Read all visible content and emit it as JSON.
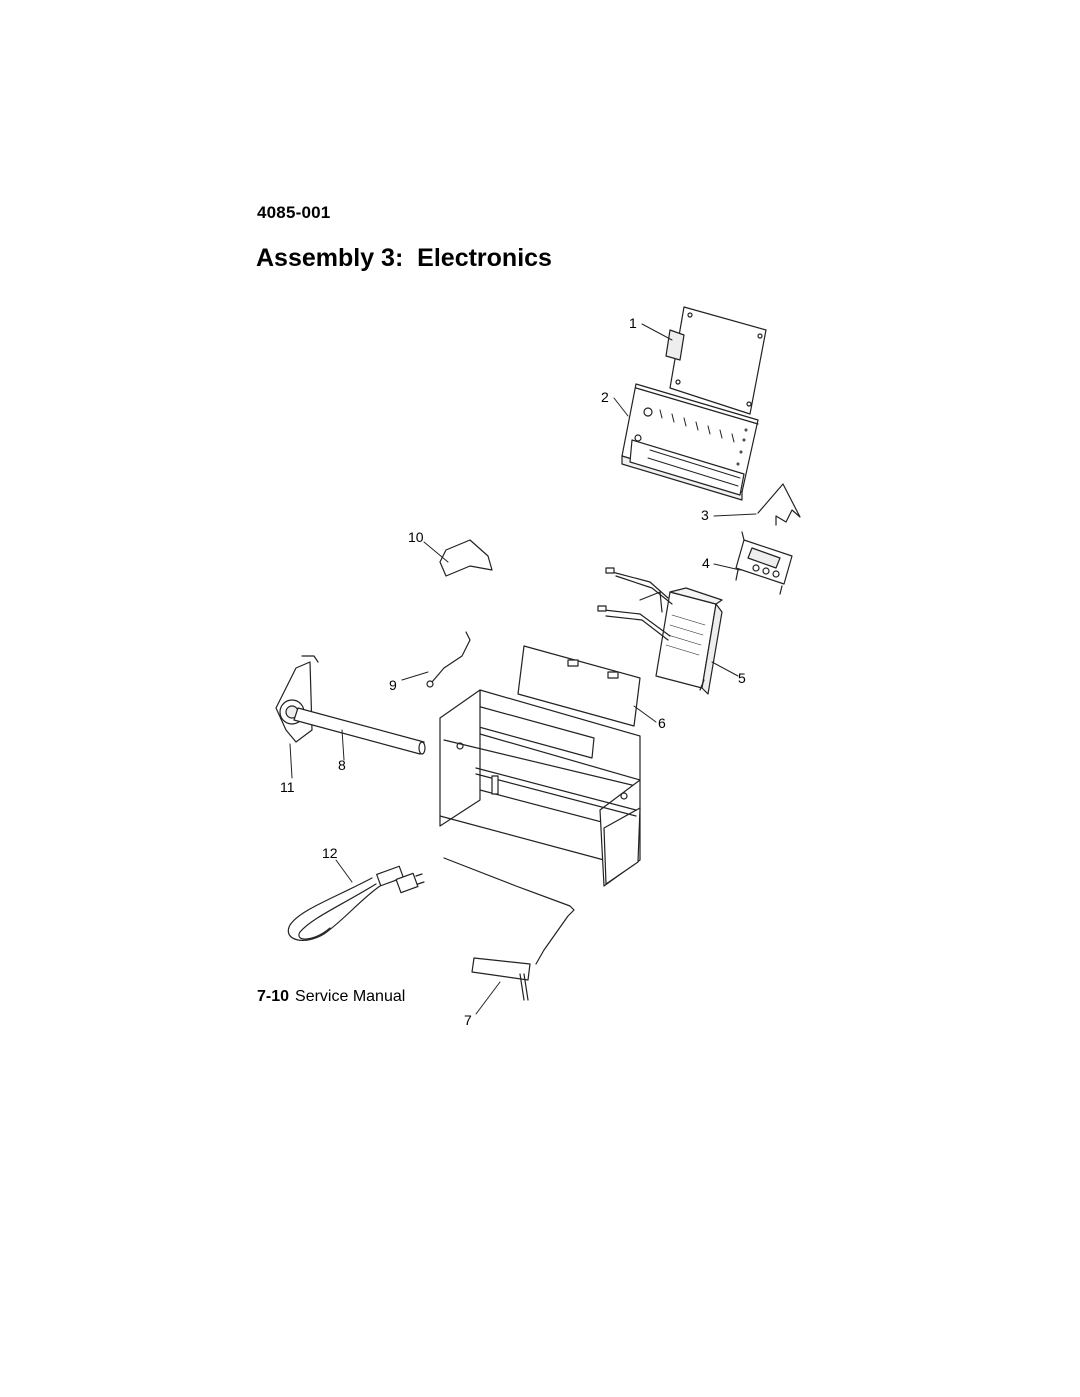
{
  "header": {
    "model": "4085-001",
    "title": "Assembly 3:  Electronics"
  },
  "figure": {
    "callouts": [
      "1",
      "2",
      "3",
      "4",
      "5",
      "6",
      "7",
      "8",
      "9",
      "10",
      "11",
      "12"
    ]
  },
  "footer": {
    "page_number": "7-10",
    "manual_name": "Service Manual"
  }
}
